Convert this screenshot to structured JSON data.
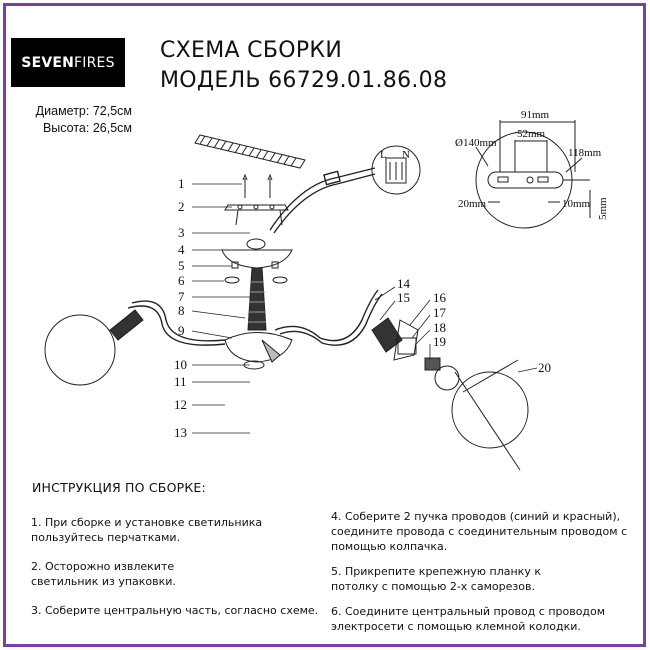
{
  "brand": {
    "part1": "SEVEN",
    "part2": "FIRES"
  },
  "title": {
    "line1": "СХЕМА СБОРКИ",
    "line2": "МОДЕЛЬ 66729.01.86.08"
  },
  "dimensions": {
    "diameter": "Диаметр: 72,5см",
    "height": "Высота: 26,5см"
  },
  "part_numbers": [
    "1",
    "2",
    "3",
    "4",
    "5",
    "6",
    "7",
    "8",
    "9",
    "10",
    "11",
    "12",
    "13",
    "14",
    "15",
    "16",
    "17",
    "18",
    "19",
    "20"
  ],
  "mount_plate": {
    "d140": "Ø140mm",
    "w91": "91mm",
    "w52": "52mm",
    "w118": "118mm",
    "w20": "20mm",
    "w10": "10mm",
    "h5": "5mm"
  },
  "wiring_letters": {
    "l": "L",
    "n": "N"
  },
  "instructions": {
    "heading": "ИНСТРУКЦИЯ ПО СБОРКЕ:",
    "steps": [
      "1. При сборке и установке светильника пользуйтесь перчатками.",
      "2. Осторожно извлеките светильник из упаковки.",
      "3. Соберите центральную часть, согласно схеме.",
      "4. Соберите 2 пучка проводов (синий и красный), соедините провода с соединительным проводом с помощью колпачка.",
      "5. Прикрепите крепежную планку к потолку с помощью 2-х саморезов.",
      "6. Соедините центральный провод с проводом электросети с помощью клемной колодки."
    ]
  }
}
